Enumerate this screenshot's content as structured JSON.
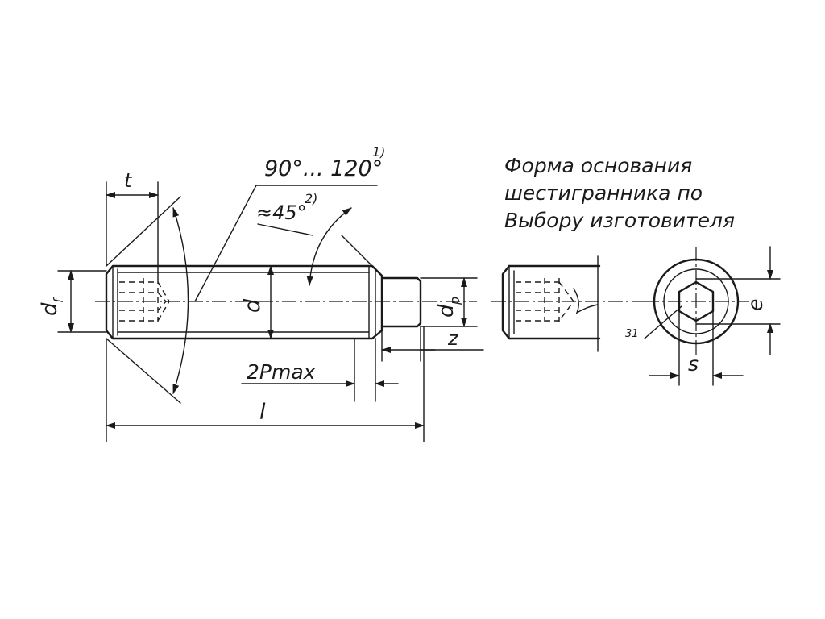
{
  "angle_tip": "90°... 120°",
  "angle_tip_note": "1)",
  "angle_chamfer": "≈45°",
  "angle_chamfer_note": "2)",
  "dim_t": "t",
  "dim_df": "d",
  "dim_df_sub": "f",
  "dim_d": "d",
  "dim_dp": "d",
  "dim_dp_sub": "p",
  "dim_z": "z",
  "dim_2p": "2Pmax",
  "dim_l": "l",
  "dim_e": "e",
  "dim_s": "s",
  "ref_31": "31",
  "note_line_1": "Форма основания",
  "note_line_2": "шестигранника по",
  "note_line_3": "Выбору изготовителя"
}
